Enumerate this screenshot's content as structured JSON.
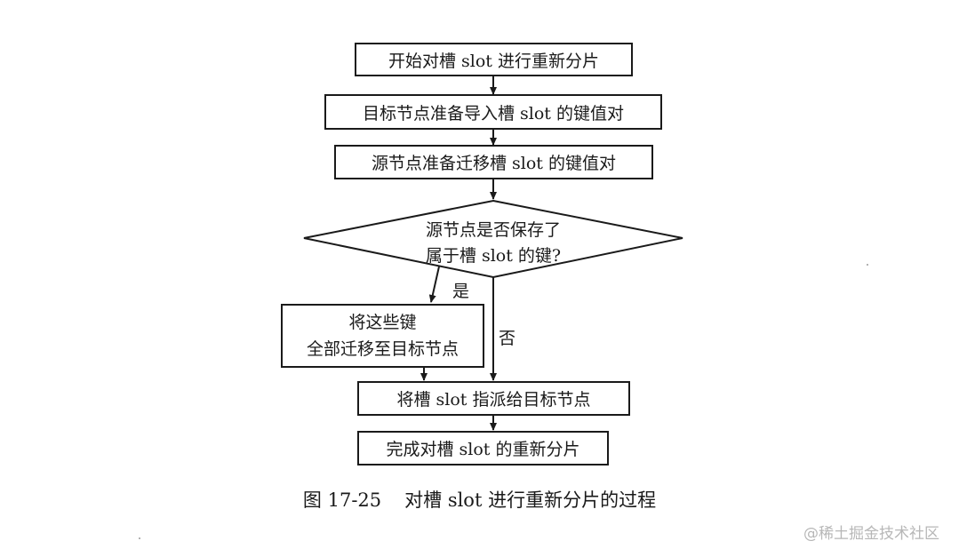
{
  "flowchart": {
    "steps": {
      "start": "开始对槽 slot 进行重新分片",
      "target_import": "目标节点准备导入槽 slot 的键值对",
      "source_migrate": "源节点准备迁移槽 slot 的键值对",
      "assign": "将槽 slot 指派给目标节点",
      "done": "完成对槽 slot 的重新分片"
    },
    "decision": {
      "line1": "源节点是否保存了",
      "line2": "属于槽 slot 的键?"
    },
    "yes_branch": {
      "label": "是",
      "line1": "将这些键",
      "line2": "全部迁移至目标节点"
    },
    "no_branch": {
      "label": "否"
    }
  },
  "caption": {
    "number": "图 17-25",
    "text": "对槽 slot 进行重新分片的过程"
  },
  "watermark": "@稀土掘金技术社区",
  "colors": {
    "line": "#1a1a1a",
    "background": "#ffffff",
    "watermark": "#b7b7b7"
  }
}
